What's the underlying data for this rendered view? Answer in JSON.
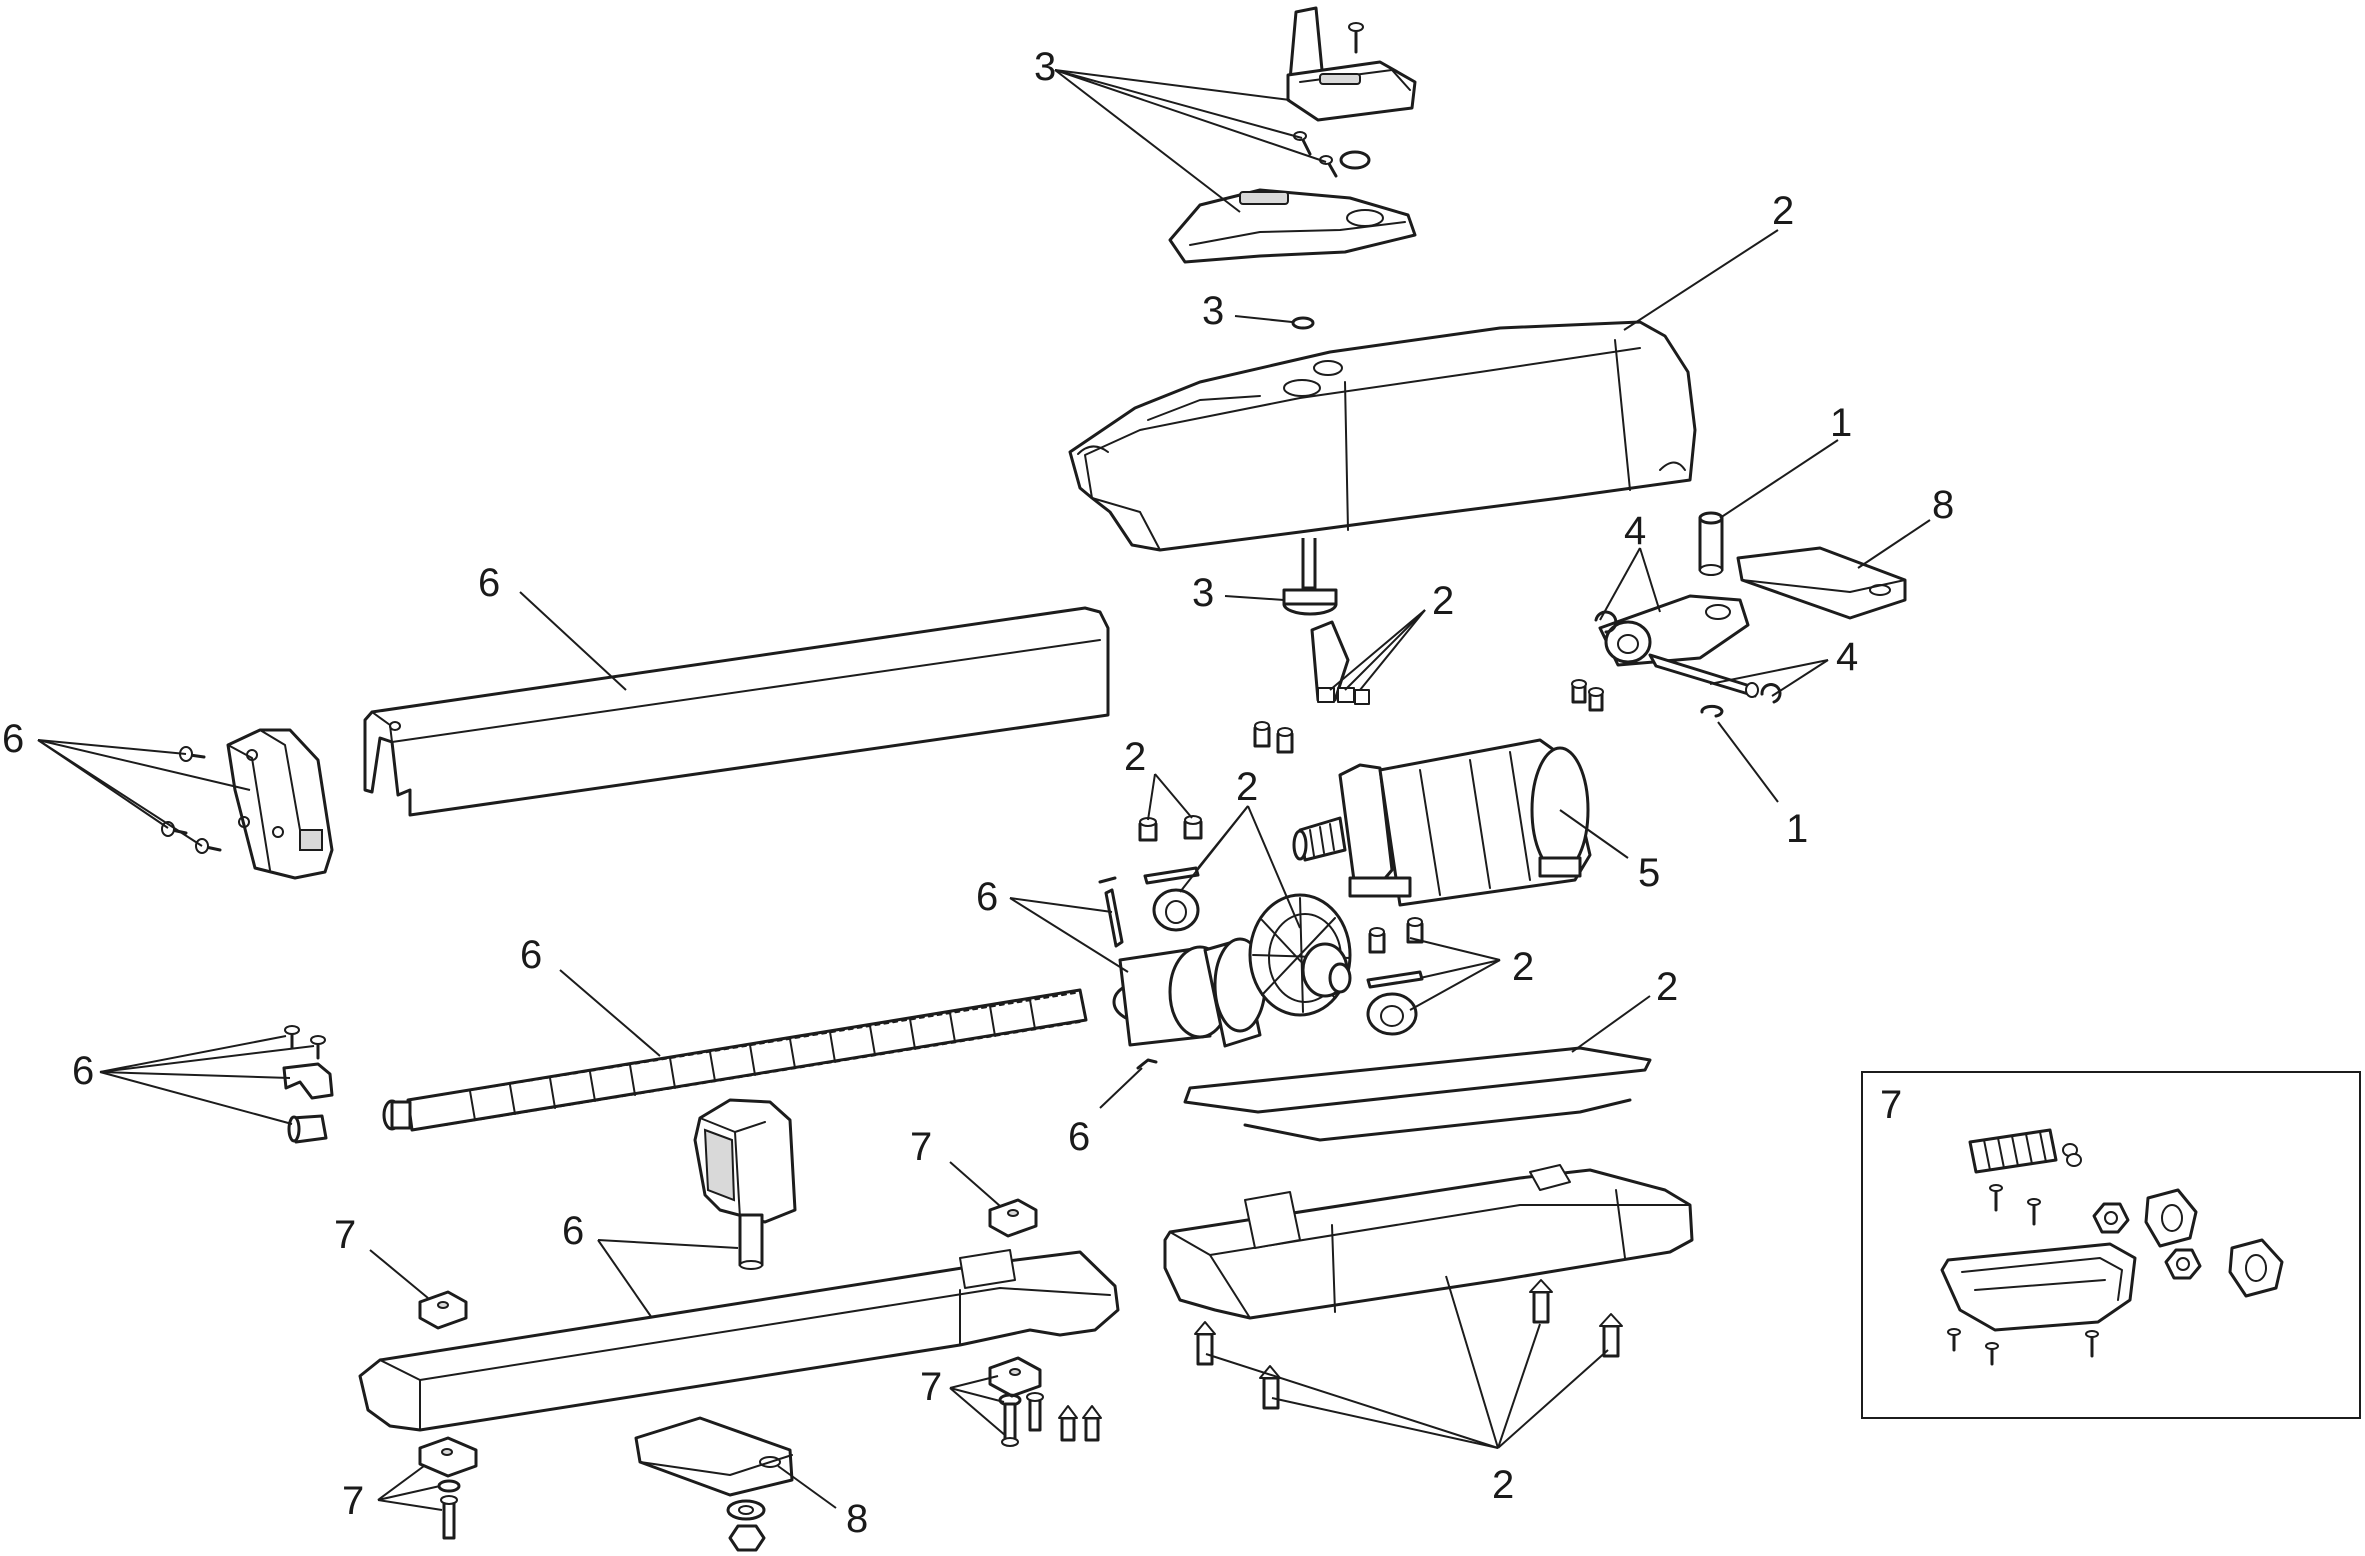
{
  "callouts": {
    "c1a": "1",
    "c1b": "1",
    "c2a": "2",
    "c2b": "2",
    "c2c": "2",
    "c2d": "2",
    "c2e": "2",
    "c2f": "2",
    "c2g": "2",
    "c3a": "3",
    "c3b": "3",
    "c3c": "3",
    "c4a": "4",
    "c4b": "4",
    "c5": "5",
    "c6a": "6",
    "c6b": "6",
    "c6c": "6",
    "c6d": "6",
    "c6e": "6",
    "c6f": "6",
    "c6g": "6",
    "c7a": "7",
    "c7b": "7",
    "c7c": "7",
    "c7d": "7",
    "c8a": "8",
    "c8b": "8"
  },
  "inset": {
    "label": "7"
  }
}
